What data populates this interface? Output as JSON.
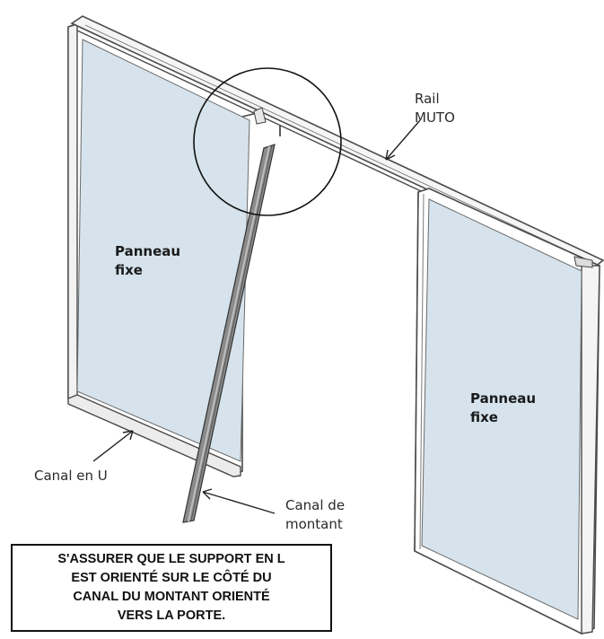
{
  "labels": {
    "rail": [
      "Rail",
      "MUTO"
    ],
    "left_panel": [
      "Panneau",
      "fixe"
    ],
    "right_panel": [
      "Panneau",
      "fixe"
    ],
    "u_channel": "Canal en U",
    "upright_channel": [
      "Canal de",
      "montant"
    ]
  },
  "note": [
    "S'ASSURER QUE LE SUPPORT EN L",
    "EST ORIENTÉ SUR LE CÔTÉ DU",
    "CANAL DU MONTANT ORIENTÉ",
    "VERS LA PORTE."
  ],
  "colors": {
    "glass": "#d6e3ec",
    "frame_stroke": "#4a4a4a",
    "channel_fill": "#8a8a8a"
  }
}
